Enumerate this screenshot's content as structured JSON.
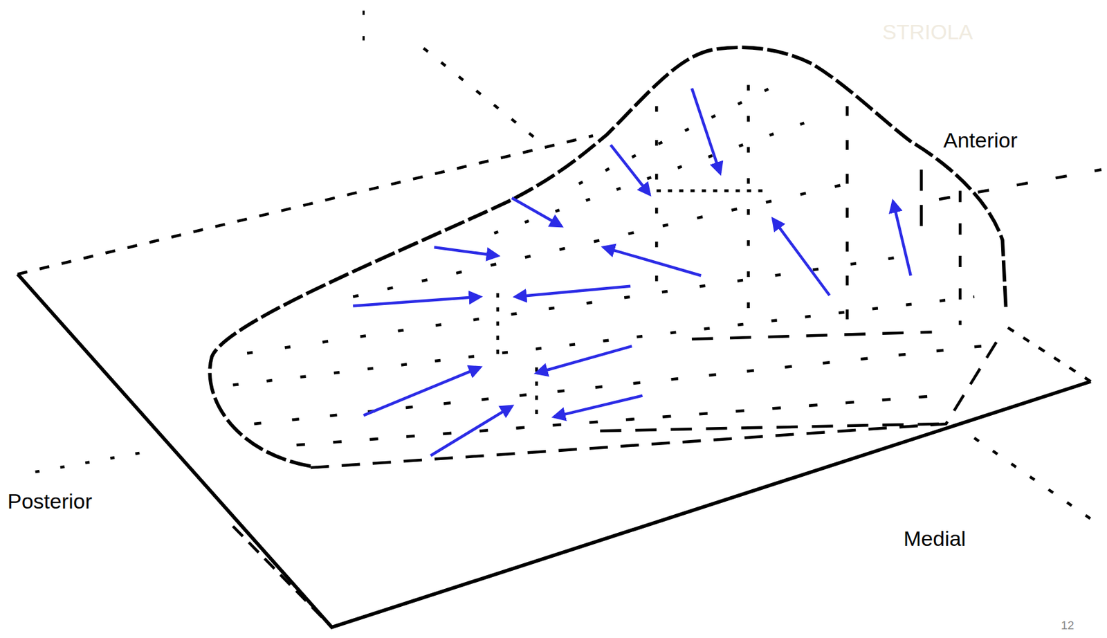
{
  "diagram": {
    "labels": [
      "STRIOLA",
      "Anterior",
      "Posterior",
      "Medial",
      "12"
    ]
  }
}
